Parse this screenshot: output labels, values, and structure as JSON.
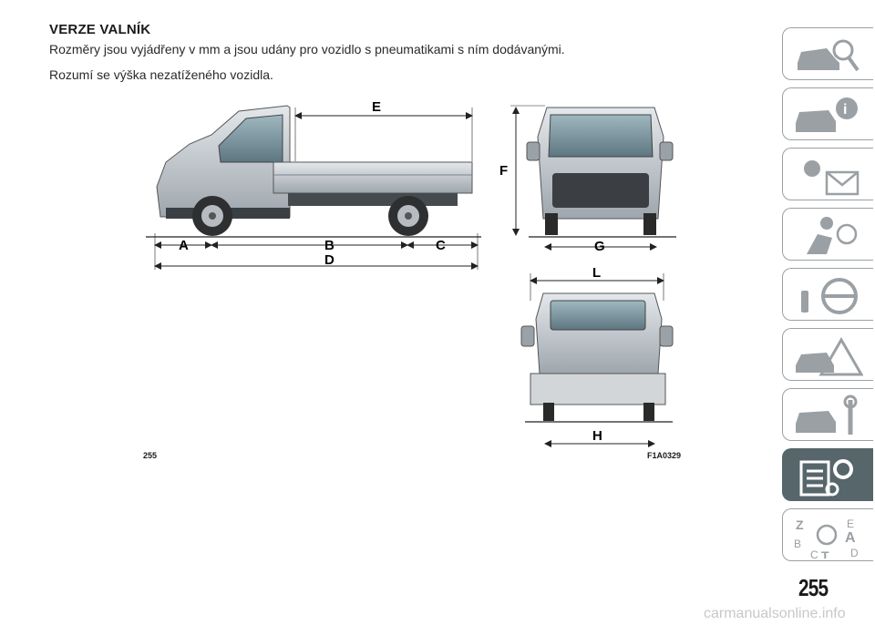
{
  "section_title": "VERZE VALNÍK",
  "paragraphs": [
    "Rozměry jsou vyjádřeny v mm a jsou udány pro vozidlo s pneumatikami s ním dodávanými.",
    "Rozumí se výška nezatíženého vozidla."
  ],
  "figure": {
    "labels": {
      "A": "A",
      "B": "B",
      "C": "C",
      "D": "D",
      "E": "E",
      "F": "F",
      "G": "G",
      "L": "L",
      "H": "H"
    },
    "number_left": "255",
    "code": "F1A0329"
  },
  "tabs": [
    {
      "icon": "car-search-icon"
    },
    {
      "icon": "car-info-icon"
    },
    {
      "icon": "warning-lights-icon"
    },
    {
      "icon": "airbag-passenger-icon"
    },
    {
      "icon": "steering-key-icon"
    },
    {
      "icon": "car-crash-warning-icon"
    },
    {
      "icon": "car-maintenance-icon"
    },
    {
      "icon": "specifications-gear-icon",
      "active": true
    },
    {
      "icon": "alphabetical-index-icon"
    }
  ],
  "page_number": "255",
  "watermark": "carmanualsonline.info"
}
